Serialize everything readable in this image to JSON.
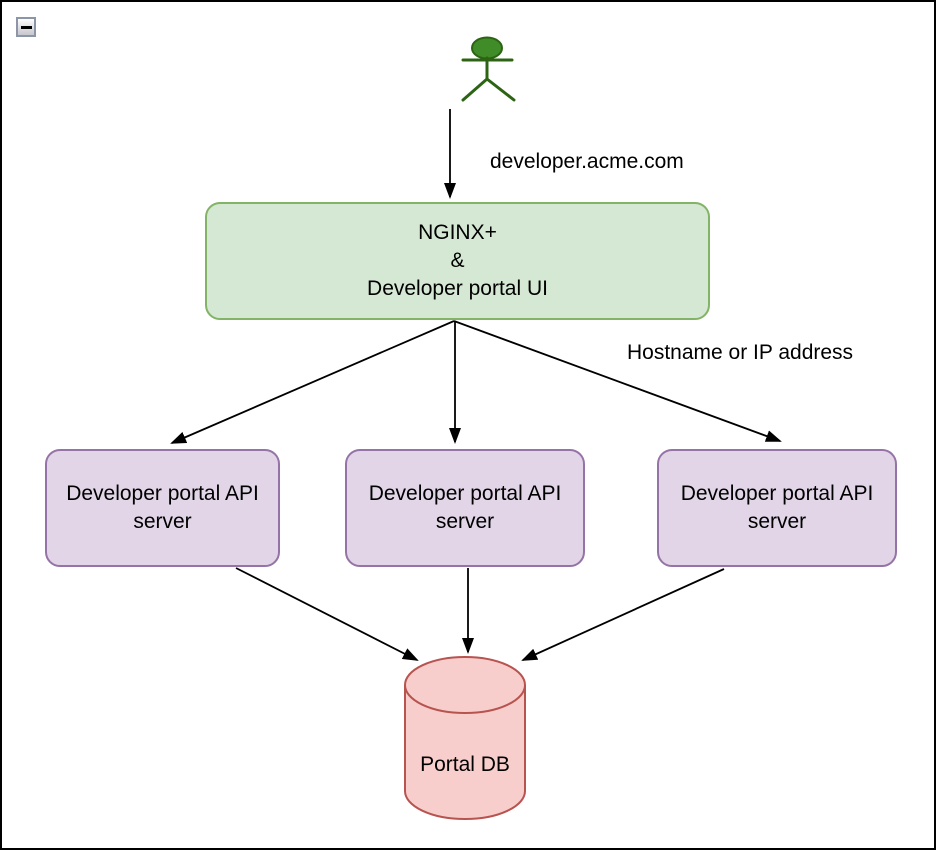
{
  "window": {
    "collapse_button": {
      "icon": "minus-icon",
      "state": "expanded"
    }
  },
  "diagram": {
    "user": {
      "icon": "person-stick-figure-icon",
      "fill": "#3f8c28",
      "stroke": "#2d6414"
    },
    "edge_labels": {
      "user_to_gateway": "developer.acme.com",
      "gateway_to_servers": "Hostname or IP address"
    },
    "gateway": {
      "label": "NGINX+\n&\nDeveloper portal UI",
      "fill": "#d5e8d4",
      "stroke": "#82b366"
    },
    "api_servers": [
      {
        "label": "Developer portal API\nserver"
      },
      {
        "label": "Developer portal API\nserver"
      },
      {
        "label": "Developer portal API\nserver"
      }
    ],
    "api_server_style": {
      "fill": "#e1d5e7",
      "stroke": "#9673a6"
    },
    "database": {
      "label": "Portal DB",
      "icon": "cylinder-database-icon",
      "fill": "#f8cecc",
      "stroke": "#b85450"
    },
    "edge_color": "#000000"
  }
}
